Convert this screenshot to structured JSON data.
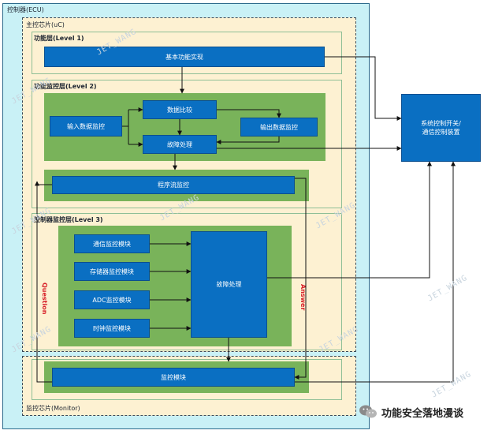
{
  "containers": {
    "ecu": "控制器(ECU)",
    "main_chip": "主控芯片(uC)",
    "monitor_chip": "监控芯片(Monitor)"
  },
  "layers": {
    "level1": "功能层(Level 1)",
    "level2": "功能监控层(Level 2)",
    "level3": "控制器监控层(Level 3)"
  },
  "blocks": {
    "basic_function": "基本功能实现",
    "data_compare": "数据比较",
    "input_monitor": "输入数据监控",
    "output_monitor": "输出数据监控",
    "fault_handling_l2": "故障处理",
    "program_flow": "程序流监控",
    "comm_monitor": "通信监控模块",
    "storage_monitor": "存储器监控模块",
    "adc_monitor": "ADC监控模块",
    "clock_monitor": "时钟监控模块",
    "fault_handling_l3": "故障处理",
    "monitor_module": "监控模块",
    "system_switch_line1": "系统控制开关/",
    "system_switch_line2": "通信控制装置"
  },
  "labels": {
    "question": "Question",
    "answer": "Answer"
  },
  "watermark": "JET_WANG",
  "brand": "功能安全落地漫谈",
  "colors": {
    "ecu_bg": "#c9f1f6",
    "chip_bg": "#fdf1d2",
    "green": "#79b35a",
    "block_blue": "#0a6fc2",
    "qa_red": "#d8222a"
  }
}
